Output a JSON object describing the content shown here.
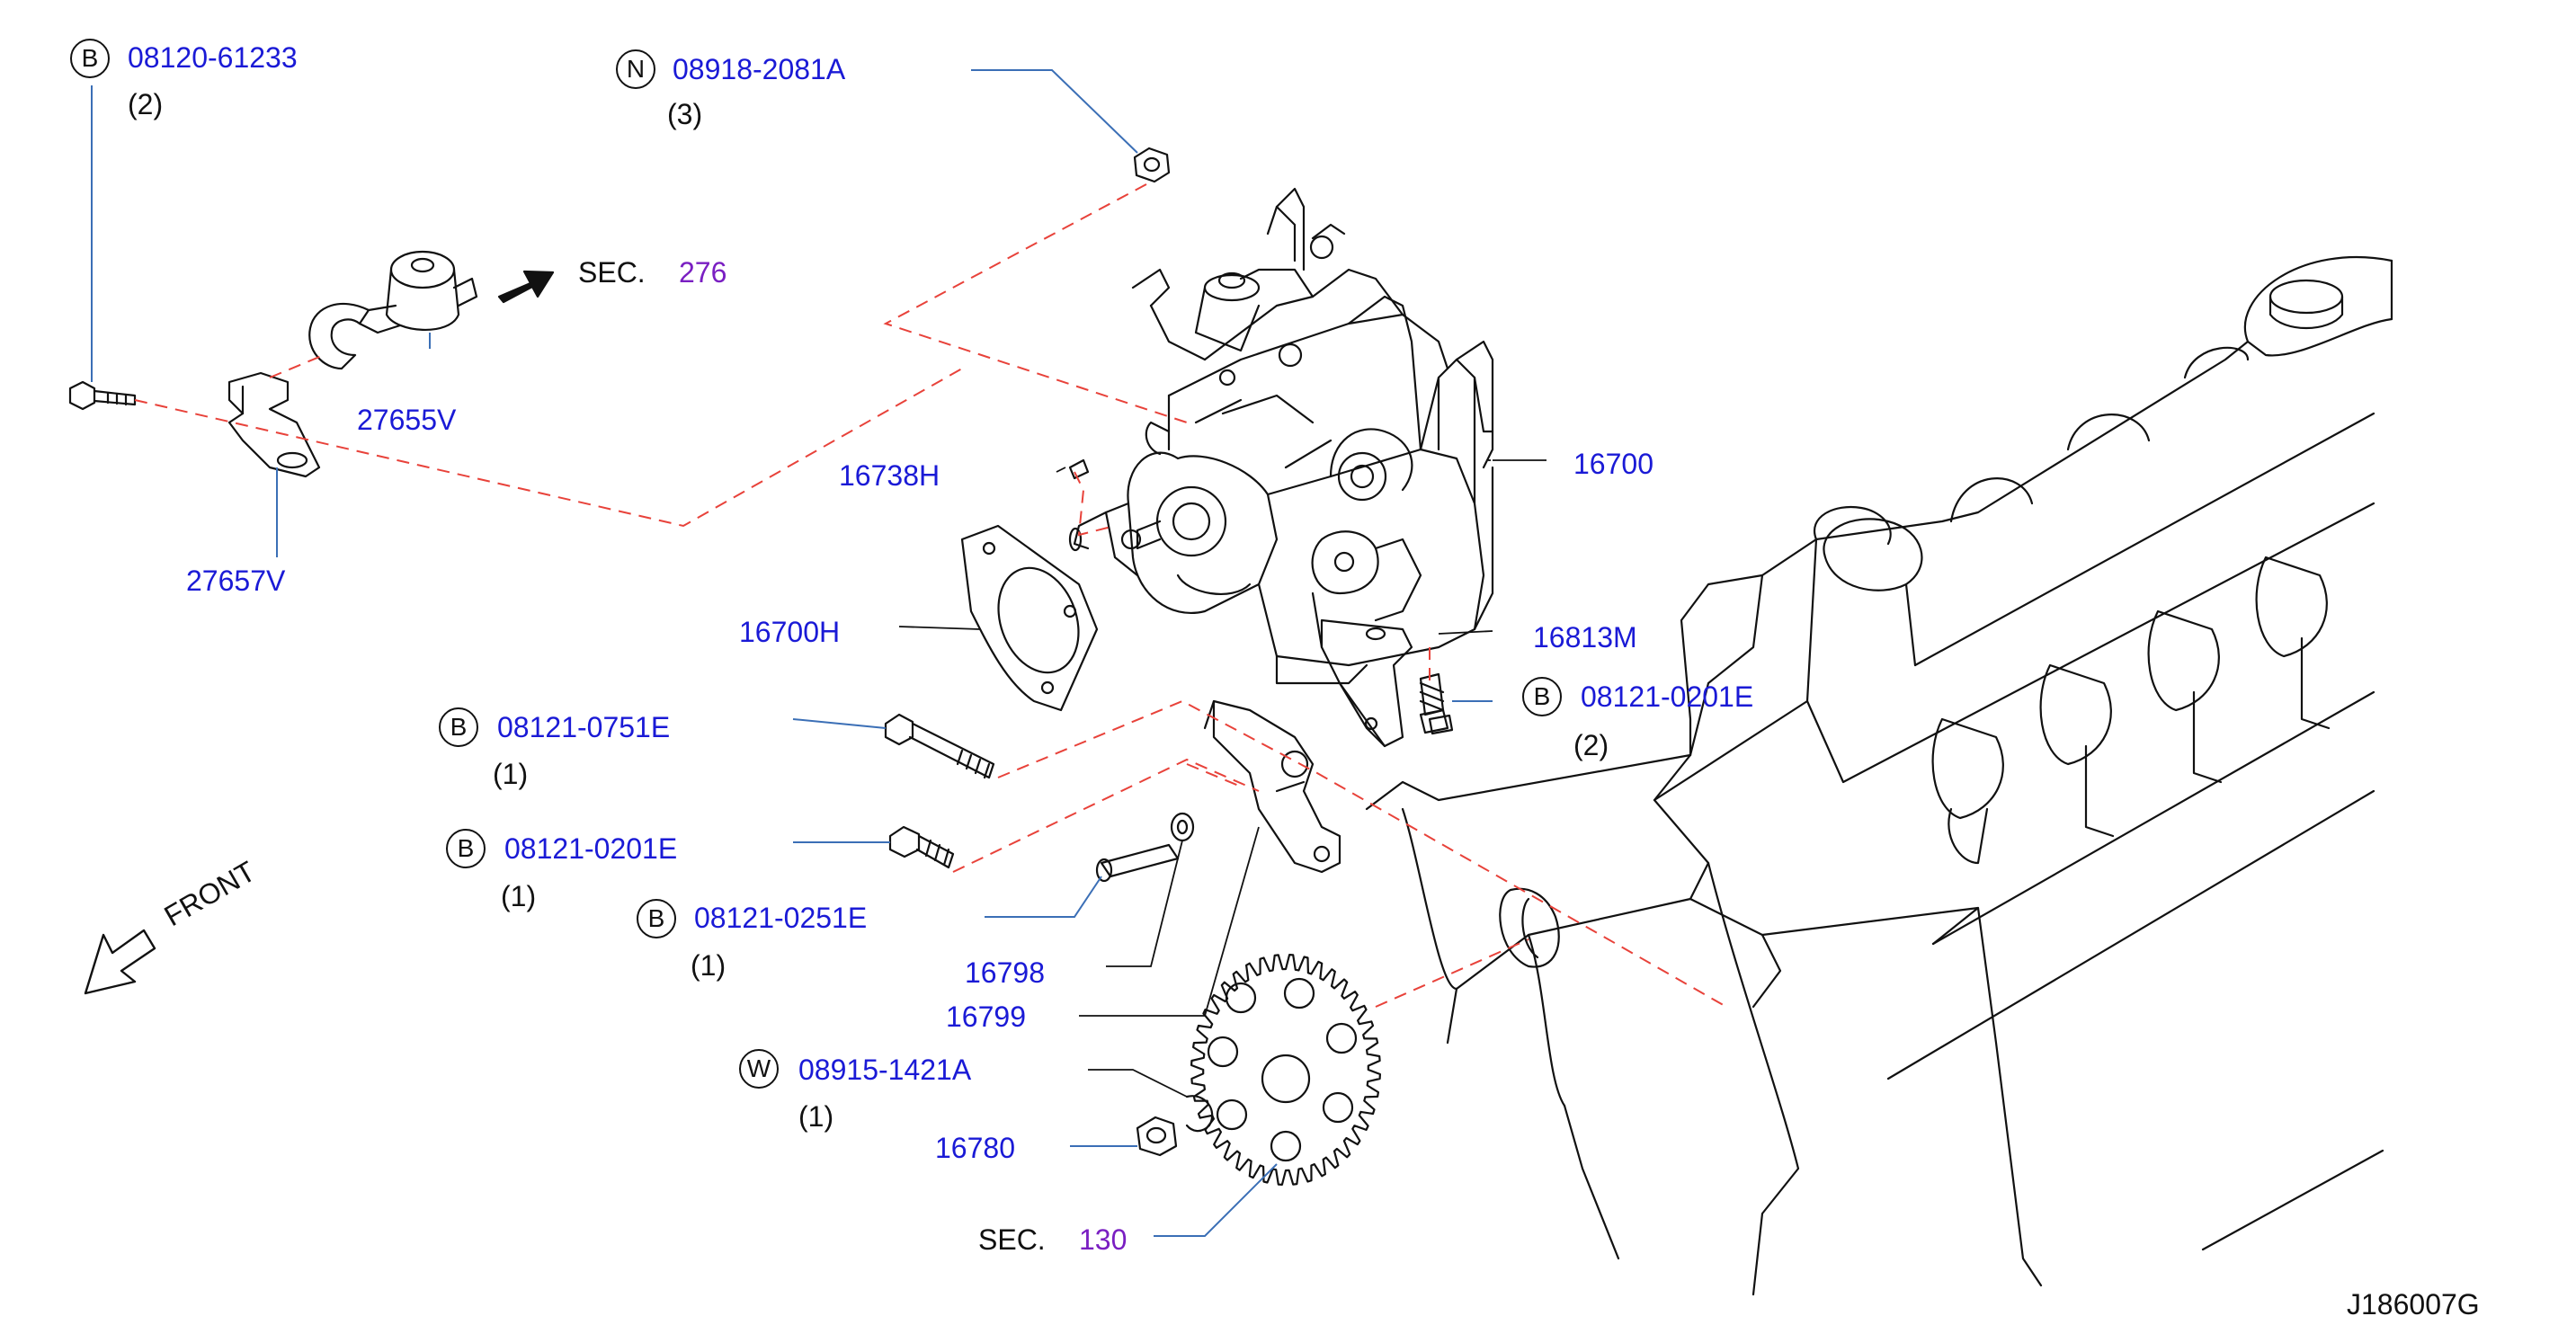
{
  "colors": {
    "part_number": "#1a1ad6",
    "section_ref": "#7a1fc2",
    "leader": "#3b6fb6",
    "dashed": "#e8423a",
    "ink": "#111111"
  },
  "figure_id": "J186007G",
  "front_label": "FRONT",
  "sec_prefix": "SEC.",
  "callouts": [
    {
      "id": "b1",
      "badge": "B",
      "part": "08120-61233",
      "qty": "(2)"
    },
    {
      "id": "n1",
      "badge": "N",
      "part": "08918-2081A",
      "qty": "(3)"
    },
    {
      "id": "p27655v",
      "part": "27655V"
    },
    {
      "id": "p27657v",
      "part": "27657V"
    },
    {
      "id": "sec276",
      "section": "276"
    },
    {
      "id": "p16738h",
      "part": "16738H"
    },
    {
      "id": "p16700",
      "part": "16700"
    },
    {
      "id": "p16700h",
      "part": "16700H"
    },
    {
      "id": "p16813m",
      "part": "16813M"
    },
    {
      "id": "b2",
      "badge": "B",
      "part": "08121-0201E",
      "qty": "(2)"
    },
    {
      "id": "b3",
      "badge": "B",
      "part": "08121-0751E",
      "qty": "(1)"
    },
    {
      "id": "b4",
      "badge": "B",
      "part": "08121-0201E",
      "qty": "(1)"
    },
    {
      "id": "b5",
      "badge": "B",
      "part": "08121-0251E",
      "qty": "(1)"
    },
    {
      "id": "p16798",
      "part": "16798"
    },
    {
      "id": "p16799",
      "part": "16799"
    },
    {
      "id": "w1",
      "badge": "W",
      "part": "08915-1421A",
      "qty": "(1)"
    },
    {
      "id": "p16780",
      "part": "16780"
    },
    {
      "id": "sec130",
      "section": "130"
    }
  ]
}
